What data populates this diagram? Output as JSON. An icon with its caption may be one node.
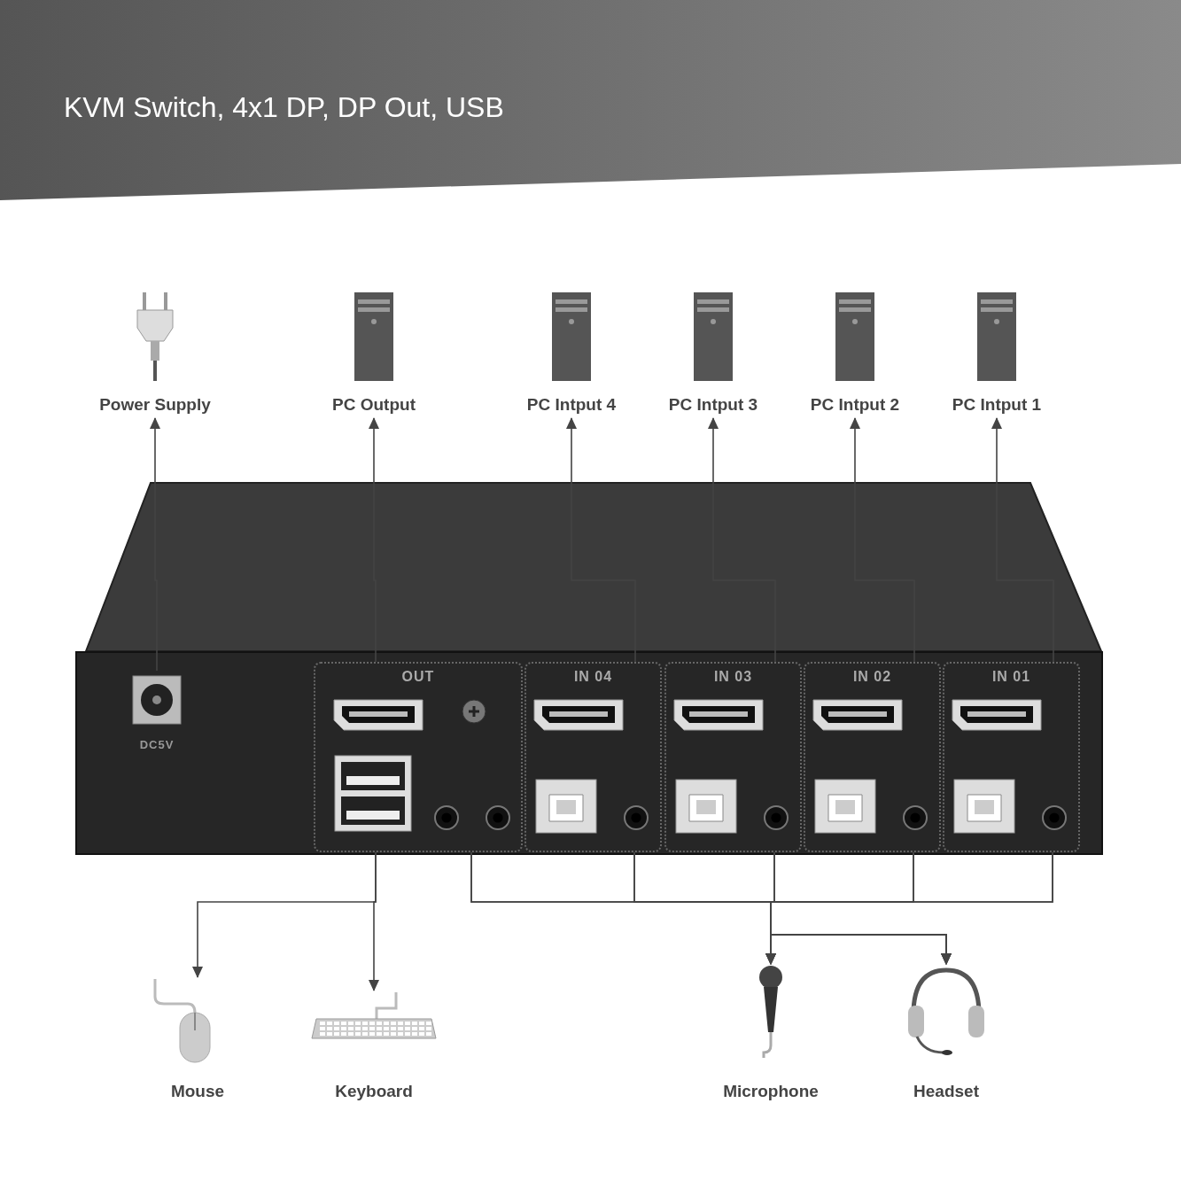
{
  "diagram": {
    "title": "KVM Switch, 4x1 DP, DP Out, USB",
    "nodes": [
      {
        "text": [
          "Power Supply"
        ]
      },
      {
        "text": [
          "PC Output"
        ]
      },
      {
        "text": [
          "PC Intput 4"
        ]
      },
      {
        "text": [
          "PC Intput 3"
        ]
      },
      {
        "text": [
          "PC Intput 2"
        ]
      },
      {
        "text": [
          "PC Intput 1"
        ]
      },
      {
        "text": [],
        "shape": "picture"
      },
      {
        "text": [
          "DC5V"
        ],
        "in": 6
      },
      {
        "text": [
          "OUT"
        ],
        "in": 6
      },
      {
        "text": [
          "IN 04"
        ],
        "in": 6
      },
      {
        "text": [
          "IN 03"
        ],
        "in": 6
      },
      {
        "text": [
          "IN 02"
        ],
        "in": 6
      },
      {
        "text": [
          "IN 01"
        ],
        "in": 6
      },
      {
        "text": [
          "Mouse"
        ]
      },
      {
        "text": [
          "Keyboard"
        ]
      },
      {
        "text": [
          "Microphone"
        ]
      },
      {
        "text": [
          "Headset"
        ]
      }
    ],
    "edges": [
      {
        "from": 7,
        "to": 0,
        "arrow": "to"
      },
      {
        "from": 8,
        "to": 1,
        "arrow": "to"
      },
      {
        "from": 9,
        "to": 2,
        "arrow": "to"
      },
      {
        "from": 10,
        "to": 3,
        "arrow": "to"
      },
      {
        "from": 11,
        "to": 4,
        "arrow": "to"
      },
      {
        "from": 12,
        "to": 5,
        "arrow": "to"
      },
      {
        "from": 8,
        "to": 13,
        "arrow": "to"
      },
      {
        "from": 8,
        "to": 14,
        "arrow": "to"
      },
      {
        "from": 8,
        "to": 15,
        "arrow": "to"
      },
      {
        "from": 8,
        "to": 16,
        "arrow": "to"
      },
      {
        "from": 9,
        "to": 15,
        "arrow": "to"
      },
      {
        "from": 9,
        "to": 16,
        "arrow": "to"
      },
      {
        "from": 10,
        "to": 15,
        "arrow": "to"
      },
      {
        "from": 10,
        "to": 16,
        "arrow": "to"
      },
      {
        "from": 11,
        "to": 15,
        "arrow": "to"
      },
      {
        "from": 11,
        "to": 16,
        "arrow": "to"
      },
      {
        "from": 12,
        "to": 15,
        "arrow": "to"
      },
      {
        "from": 12,
        "to": 16,
        "arrow": "to"
      }
    ]
  }
}
